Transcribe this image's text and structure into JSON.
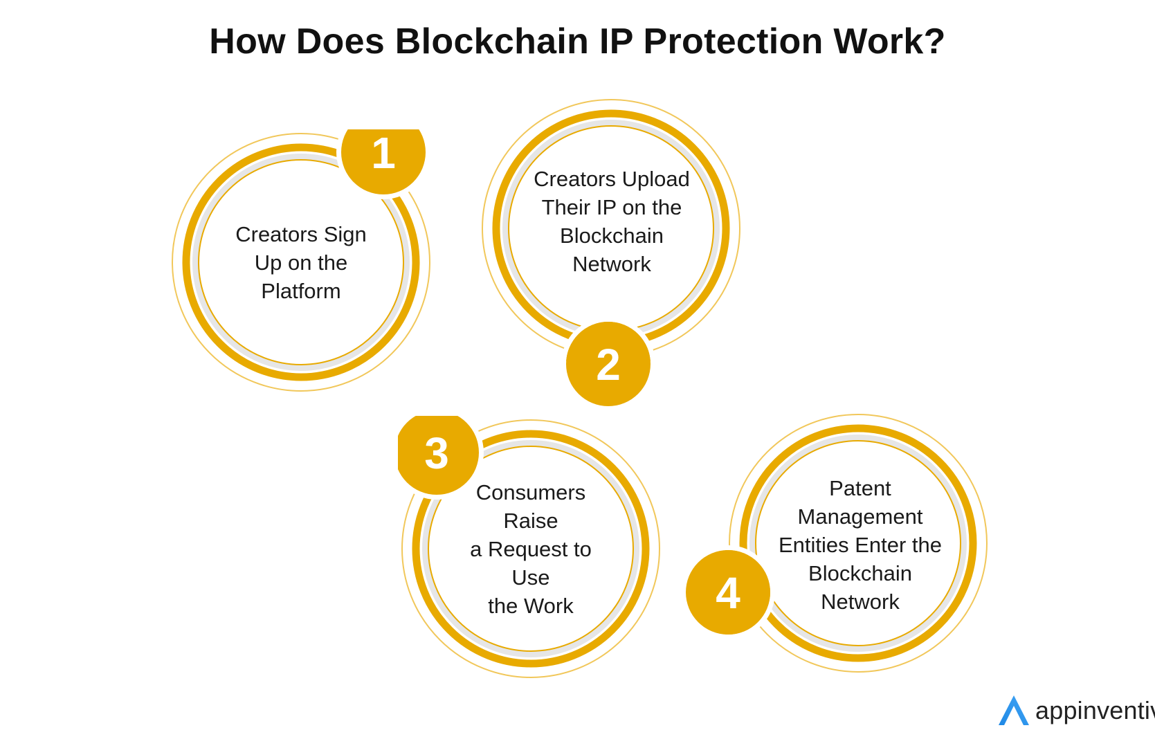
{
  "title": "How Does Blockchain IP Protection Work?",
  "colors": {
    "accent": "#E8AA00",
    "ring_light": "#F1C75A",
    "text": "#1a1a1a"
  },
  "steps": [
    {
      "number": "1",
      "text": "Creators Sign\nUp on the Platform"
    },
    {
      "number": "2",
      "text": "Creators Upload\nTheir IP on the\nBlockchain\nNetwork"
    },
    {
      "number": "3",
      "text": "Consumers Raise\na Request to Use\nthe Work"
    },
    {
      "number": "4",
      "text": "Patent\nManagement\nEntities Enter the\nBlockchain\nNetwork"
    }
  ],
  "logo": {
    "text": "appinventiv",
    "icon": "appinventiv-logo-icon"
  }
}
